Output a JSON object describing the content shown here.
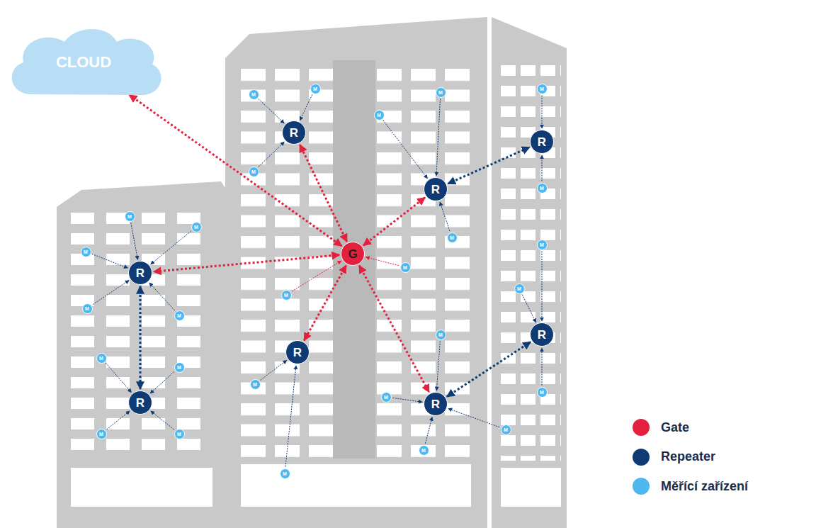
{
  "diagram": {
    "nodes": [
      {
        "text": [
          "CLOUD"
        ]
      },
      {
        "text": [
          "G"
        ]
      },
      {
        "text": [
          "R"
        ]
      },
      {
        "text": [
          "M"
        ]
      },
      {
        "text": [
          "M"
        ]
      },
      {
        "text": [
          "M"
        ]
      },
      {
        "text": [
          "R"
        ]
      },
      {
        "text": [
          "M"
        ]
      },
      {
        "text": [
          "M"
        ]
      },
      {
        "text": [
          "M"
        ]
      },
      {
        "text": [
          "R"
        ]
      },
      {
        "text": [
          "M"
        ]
      },
      {
        "text": [
          "M"
        ]
      },
      {
        "text": [
          "R"
        ]
      },
      {
        "text": [
          "M"
        ]
      },
      {
        "text": [
          "M"
        ]
      },
      {
        "text": [
          "M"
        ]
      },
      {
        "text": [
          "M"
        ]
      },
      {
        "text": [
          "M"
        ]
      },
      {
        "text": [
          "M"
        ]
      },
      {
        "text": [
          "M"
        ]
      },
      {
        "text": [
          "R"
        ]
      },
      {
        "text": [
          "M"
        ]
      },
      {
        "text": [
          "M"
        ]
      },
      {
        "text": [
          "R"
        ]
      },
      {
        "text": [
          "M"
        ]
      },
      {
        "text": [
          "M"
        ]
      },
      {
        "text": [
          "M"
        ]
      },
      {
        "text": [
          "M"
        ]
      },
      {
        "text": [
          "R"
        ]
      },
      {
        "text": [
          "M"
        ]
      },
      {
        "text": [
          "M"
        ]
      },
      {
        "text": [
          "M"
        ]
      },
      {
        "text": [
          "R"
        ]
      },
      {
        "text": [
          "M"
        ]
      },
      {
        "text": [
          "M"
        ]
      },
      {
        "text": [
          "M"
        ]
      },
      {
        "text": [
          "M"
        ]
      }
    ],
    "edges": [
      {
        "from": 0,
        "to": 1,
        "arrow": "both"
      },
      {
        "from": 1,
        "to": 2,
        "arrow": "both"
      },
      {
        "from": 1,
        "to": 6,
        "arrow": "both"
      },
      {
        "from": 1,
        "to": 13,
        "arrow": "both"
      },
      {
        "from": 1,
        "to": 21,
        "arrow": "both"
      },
      {
        "from": 1,
        "to": 33,
        "arrow": "both"
      },
      {
        "from": 6,
        "to": 10,
        "arrow": "both"
      },
      {
        "from": 13,
        "to": 24,
        "arrow": "both"
      },
      {
        "from": 33,
        "to": 29,
        "arrow": "both"
      },
      {
        "from": 3,
        "to": 2,
        "arrow": "to"
      },
      {
        "from": 4,
        "to": 2,
        "arrow": "to"
      },
      {
        "from": 5,
        "to": 2,
        "arrow": "to"
      },
      {
        "from": 7,
        "to": 6,
        "arrow": "to"
      },
      {
        "from": 8,
        "to": 6,
        "arrow": "to"
      },
      {
        "from": 9,
        "to": 6,
        "arrow": "to"
      },
      {
        "from": 11,
        "to": 10,
        "arrow": "to"
      },
      {
        "from": 12,
        "to": 10,
        "arrow": "to"
      },
      {
        "from": 14,
        "to": 13,
        "arrow": "to"
      },
      {
        "from": 15,
        "to": 13,
        "arrow": "to"
      },
      {
        "from": 16,
        "to": 13,
        "arrow": "to"
      },
      {
        "from": 17,
        "to": 13,
        "arrow": "to"
      },
      {
        "from": 18,
        "to": 13,
        "arrow": "to"
      },
      {
        "from": 19,
        "to": 1,
        "arrow": "to"
      },
      {
        "from": 20,
        "to": 1,
        "arrow": "to"
      },
      {
        "from": 22,
        "to": 21,
        "arrow": "to"
      },
      {
        "from": 23,
        "to": 21,
        "arrow": "to"
      },
      {
        "from": 25,
        "to": 24,
        "arrow": "to"
      },
      {
        "from": 26,
        "to": 24,
        "arrow": "to"
      },
      {
        "from": 27,
        "to": 24,
        "arrow": "to"
      },
      {
        "from": 28,
        "to": 24,
        "arrow": "to"
      },
      {
        "from": 30,
        "to": 29,
        "arrow": "to"
      },
      {
        "from": 31,
        "to": 29,
        "arrow": "to"
      },
      {
        "from": 32,
        "to": 29,
        "arrow": "to"
      },
      {
        "from": 34,
        "to": 33,
        "arrow": "to"
      },
      {
        "from": 35,
        "to": 33,
        "arrow": "to"
      },
      {
        "from": 36,
        "to": 33,
        "arrow": "to"
      },
      {
        "from": 37,
        "to": 33,
        "arrow": "to"
      }
    ],
    "legend": [
      {
        "text": "Gate",
        "color": "#e4203f"
      },
      {
        "text": "Repeater",
        "color": "#0f3a73"
      },
      {
        "text": "Měřící zařízení",
        "color": "#4db8ef"
      }
    ]
  }
}
